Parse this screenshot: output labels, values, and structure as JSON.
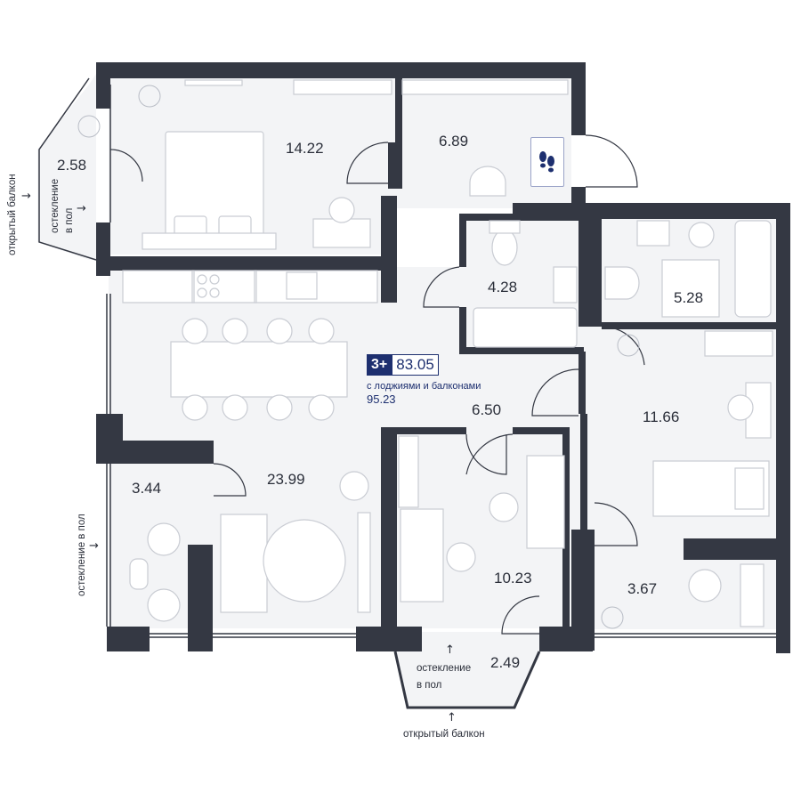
{
  "rooms": {
    "bedroom_1": "14.22",
    "hall": "6.89",
    "balcony_left": "2.58",
    "wc": "4.28",
    "bathroom": "5.28",
    "kitchen_living": "23.99",
    "corridor": "6.50",
    "bedroom_2": "11.66",
    "loggia_left": "3.44",
    "study": "10.23",
    "loggia_right": "3.67",
    "balcony_bottom": "2.49"
  },
  "summary": {
    "rooms_badge": "3+",
    "total_area": "83.05",
    "with_balconies_label": "с лоджиями и балконами",
    "with_balconies_area": "95.23"
  },
  "notes": {
    "open_balcony": "открытый балкон",
    "glazing_floor_line1": "остекление",
    "glazing_floor_line2": "в пол",
    "glazing_floor": "остекление в пол"
  },
  "icons": {
    "entrance": "shoe-prints-icon",
    "arrow": "arrow-icon"
  },
  "colors": {
    "wall": "#343843",
    "floor": "#f3f4f6",
    "furniture_fill": "#ffffff",
    "furniture_stroke": "#c9ccd3",
    "accent": "#1d2f6f"
  }
}
